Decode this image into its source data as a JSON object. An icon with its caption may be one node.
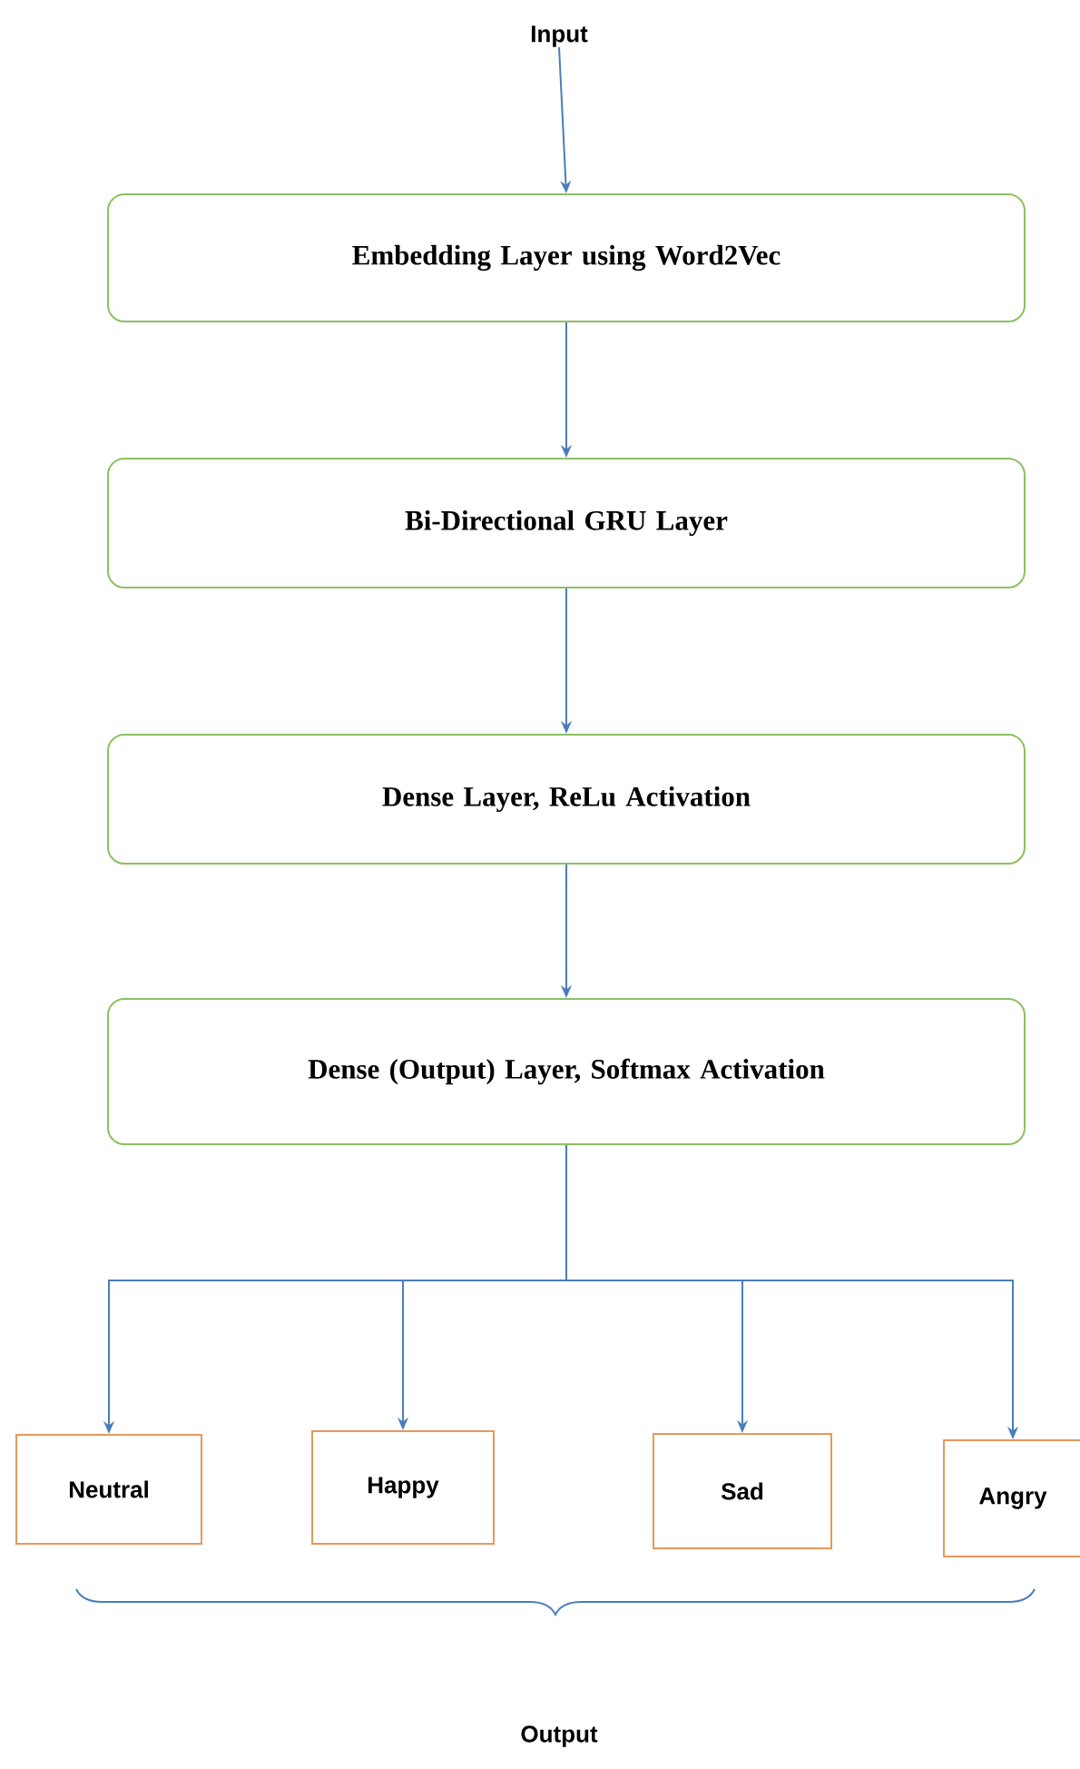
{
  "diagram": {
    "nodes": [
      {
        "text": [
          "Input"
        ]
      },
      {
        "text": [
          "Embedding Layer using Word2Vec"
        ]
      },
      {
        "text": [
          "Bi-Directional GRU Layer"
        ]
      },
      {
        "text": [
          "Dense Layer, ReLu Activation"
        ]
      },
      {
        "text": [
          "Dense (Output) Layer, Softmax Activation"
        ]
      },
      {
        "text": [
          "Neutral"
        ]
      },
      {
        "text": [
          "Happy"
        ]
      },
      {
        "text": [
          "Sad"
        ]
      },
      {
        "text": [
          "Angry"
        ]
      }
    ],
    "edges": [
      {
        "from": 0,
        "to": 1,
        "arrow": "to"
      },
      {
        "from": 1,
        "to": 2,
        "arrow": "to"
      },
      {
        "from": 2,
        "to": 3,
        "arrow": "to"
      },
      {
        "from": 3,
        "to": 4,
        "arrow": "to"
      },
      {
        "from": 4,
        "to": 5,
        "arrow": "to"
      },
      {
        "from": 4,
        "to": 6,
        "arrow": "to"
      },
      {
        "from": 4,
        "to": 7,
        "arrow": "to"
      },
      {
        "from": 4,
        "to": 8,
        "arrow": "to"
      }
    ],
    "labels": [
      "Output"
    ]
  }
}
